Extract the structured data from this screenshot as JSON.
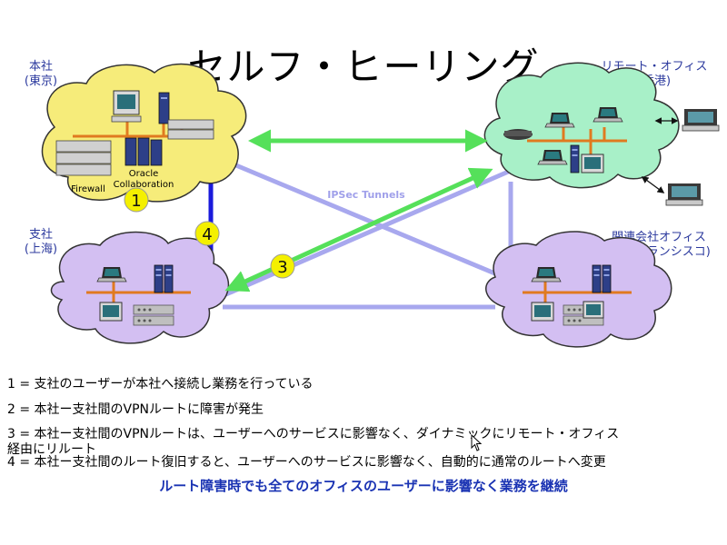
{
  "title": "セルフ・ヒーリング",
  "sites": {
    "hq": {
      "name": "本社",
      "city": "(東京)"
    },
    "branch": {
      "name": "支社",
      "city": "(上海)"
    },
    "remote": {
      "name": "リモート・オフィス",
      "city": "(香港)"
    },
    "affiliate": {
      "name": "関連会社オフィス",
      "city": "(サンフランシスコ)"
    }
  },
  "device_labels": {
    "firewall": "Firewall",
    "oracle_line1": "Oracle",
    "oracle_line2": "Collaboration"
  },
  "ipsec_label": "IPSec Tunnels",
  "markers": {
    "m1": "1",
    "m3": "3",
    "m4": "4"
  },
  "legend": [
    "1 = 支社のユーザーが本社へ接続し業務を行っている",
    "2 = 本社ー支社間のVPNルートに障害が発生",
    "3 = 本社ー支社間のVPNルートは、ユーザーへのサービスに影響なく、ダイナミックにリモート・オフィス",
    "経由にリルート",
    "4 = 本社ー支社間のルート復旧すると、ユーザーへのサービスに影響なく、自動的に通常のルートへ変更"
  ],
  "summary": "ルート障害時でも全てのオフィスのユーザーに影響なく業務を継続",
  "colors": {
    "hq_cloud": "#f6ec7a",
    "remote_cloud": "#a8f0c8",
    "branch_cloud": "#d3bff2",
    "affiliate_cloud": "#d3bff2",
    "ipsec_tunnel": "#a8a8ee",
    "green_route": "#55e05a",
    "blue_route": "#1a1adc",
    "marker": "#f4f000",
    "site_label": "#2c3a9e",
    "summary": "#1a33b3"
  }
}
